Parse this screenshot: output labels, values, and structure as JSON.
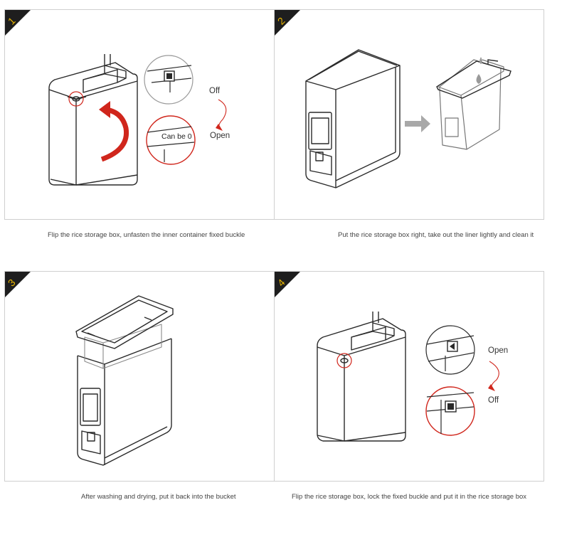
{
  "steps": [
    {
      "number": "1",
      "caption": "Flip the rice storage box, unfasten the inner container fixed buckle",
      "labels": {
        "off": "Off",
        "open": "Open",
        "note": "Can be 0"
      }
    },
    {
      "number": "2",
      "caption": "Put the rice storage box right, take out the liner lightly and clean it"
    },
    {
      "number": "3",
      "caption": "After washing and drying, put it back into the bucket"
    },
    {
      "number": "4",
      "caption": "Flip the rice storage box, lock the fixed buckle and put it in the rice storage box",
      "labels": {
        "open": "Open",
        "off": "Off"
      }
    }
  ],
  "colors": {
    "badge": "#1e1e1e",
    "badge_number": "#e8b400",
    "accent_red": "#d0261c",
    "line": "#2a2a2a",
    "arrow_gray": "#a8a8a8",
    "water_gray": "#9a9a9a"
  }
}
